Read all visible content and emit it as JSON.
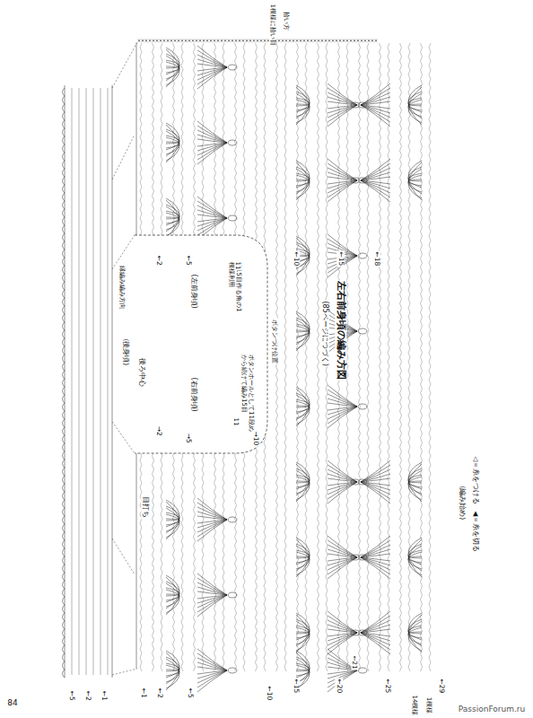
{
  "diagram": {
    "title": "左右前身頃の編み方図",
    "labels": [
      "(85ページにつづく)",
      "◁＝糸をつける",
      "◀＝糸を切る",
      "(編み始め)",
      "(左前身頃)",
      "(右前身頃)",
      "(後身頃)",
      "後ろ中心",
      "縁編み編み方向",
      "第15目作る角の1模様利用",
      "ボタンつけ位置",
      "ボタンホールとして11段めから続けて編み15目",
      "目打ち",
      "1模様に拾い目",
      "拾い方",
      "←1",
      "←2",
      "←5",
      "←10",
      "←15",
      "←20",
      "←25",
      "←29",
      "←21",
      "14模様",
      "1模様",
      "←5",
      "←2",
      "←1",
      "←2",
      "←5",
      "←10",
      "←15",
      "←18",
      "→2",
      "→5",
      "→10",
      "11",
      "11",
      "84",
      "PassionForum.ru"
    ]
  }
}
